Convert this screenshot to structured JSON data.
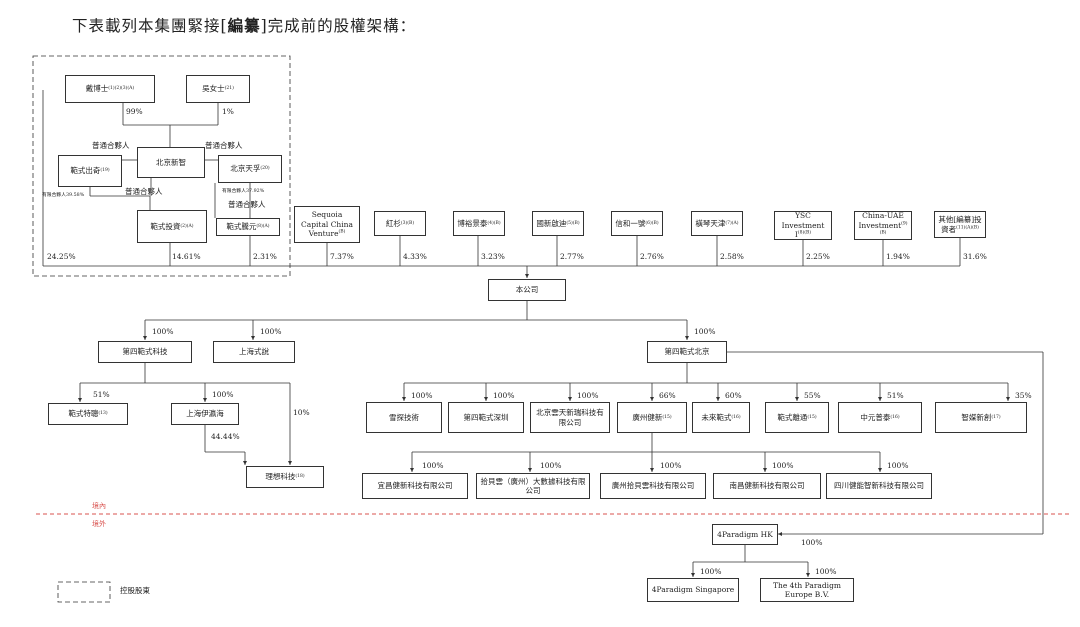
{
  "heading": {
    "pre": "下表載列本集團緊接[",
    "bold": "編纂",
    "post": "]完成前的股權架構："
  },
  "shareholders": {
    "dai": {
      "name": "戴博士",
      "note": "(1)(2)(3)(A)"
    },
    "wu": {
      "name": "吳女士",
      "note": "(21)"
    },
    "bj_xinzhi": {
      "name": "北京新智"
    },
    "fanshi_chuqi": {
      "name": "範式出奇",
      "note": "(19)"
    },
    "bj_tianyu": {
      "name": "北京天孚",
      "note": "(20)"
    },
    "fanshi_touzi": {
      "name": "範式投資",
      "note": "(2)(A)"
    },
    "fanshi_tengyuan": {
      "name": "範式騰元",
      "note": "(8)(A)"
    }
  },
  "investors": [
    {
      "name": "Sequoia Capital China Venture",
      "note": "(B)",
      "pct": "7.37%"
    },
    {
      "name": "紅杉",
      "note": "(3)(B)",
      "pct": "4.33%"
    },
    {
      "name": "博裕景泰",
      "note": "(4)(B)",
      "pct": "3.23%"
    },
    {
      "name": "國新啟迪",
      "note": "(5)(B)",
      "pct": "2.77%"
    },
    {
      "name": "信和一號",
      "note": "(6)(B)",
      "pct": "2.76%"
    },
    {
      "name": "橫琴天津",
      "note": "(7)(A)",
      "pct": "2.58%"
    },
    {
      "name": "YSC Investment I",
      "note": "(8)(B)",
      "pct": "2.25%"
    },
    {
      "name": "China-UAE Investment",
      "note": "(9)(B)",
      "pct": "1.94%"
    },
    {
      "name": "其他[編纂]投資者",
      "note": "(11)(A)(B)",
      "pct": "31.6%"
    }
  ],
  "labels": {
    "dai_pct": "99%",
    "wu_pct": "1%",
    "gp": "普通合夥人",
    "lp_chuqi": "有限合夥人39.58%",
    "lp_tianyu": "有限合夥人37.92%",
    "dai_direct": "24.25%",
    "touzi_pct": "14.61%",
    "tengyuan_pct": "2.31%"
  },
  "company": "本公司",
  "level2": {
    "fourth_tech": {
      "name": "第四範式科技",
      "pct": "100%"
    },
    "sh_shiji": {
      "name": "上海式說",
      "pct": "100%"
    },
    "fourth_bj": {
      "name": "第四範式北京",
      "pct": "100%"
    }
  },
  "tech_subs": {
    "fanshi_tecong": {
      "name": "範式特聰",
      "note": "(13)",
      "pct": "51%"
    },
    "sh_yihaihai": {
      "name": "上海伊瀛海",
      "pct": "100%"
    },
    "lixiang": {
      "name": "理想科技",
      "note": "(18)",
      "pct_a": "10%",
      "pct_b": "44.44%"
    }
  },
  "bj_subs": [
    {
      "name": "雪探技術",
      "pct": "100%"
    },
    {
      "name": "第四範式深圳",
      "pct": "100%"
    },
    {
      "name": "北京雲天新瑞科技有限公司",
      "pct": "100%"
    },
    {
      "name": "廣州健新",
      "note": "(15)",
      "pct": "66%"
    },
    {
      "name": "未來範式",
      "note": "(16)",
      "pct": "60%"
    },
    {
      "name": "範式離通",
      "note": "(15)",
      "pct": "55%"
    },
    {
      "name": "中元普泰",
      "note": "(16)",
      "pct": "51%"
    },
    {
      "name": "智媒新創",
      "note": "(17)",
      "pct": "35%"
    }
  ],
  "jianxin_subs": [
    {
      "name": "宜昌健新科技有限公司",
      "pct": "100%"
    },
    {
      "name": "拾貝雲（廣州）大數據科技有限公司",
      "pct": "100%"
    },
    {
      "name": "廣州拾貝雲科技有限公司",
      "pct": "100%"
    },
    {
      "name": "南昌健新科技有限公司",
      "pct": "100%"
    },
    {
      "name": "四川健能智新科技有限公司",
      "pct": "100%"
    }
  ],
  "border": {
    "domestic": "境內",
    "overseas": "境外"
  },
  "hk": {
    "name": "4Paradigm HK",
    "pct": "100%"
  },
  "overseas_subs": [
    {
      "name": "4Paradigm Singapore",
      "pct": "100%"
    },
    {
      "name": "The 4th Paradigm Europe B.V.",
      "pct": "100%"
    }
  ],
  "legend": {
    "text": "控股股東"
  },
  "colors": {
    "line": "#333333",
    "border_line": "#d9534f",
    "text": "#222222"
  }
}
